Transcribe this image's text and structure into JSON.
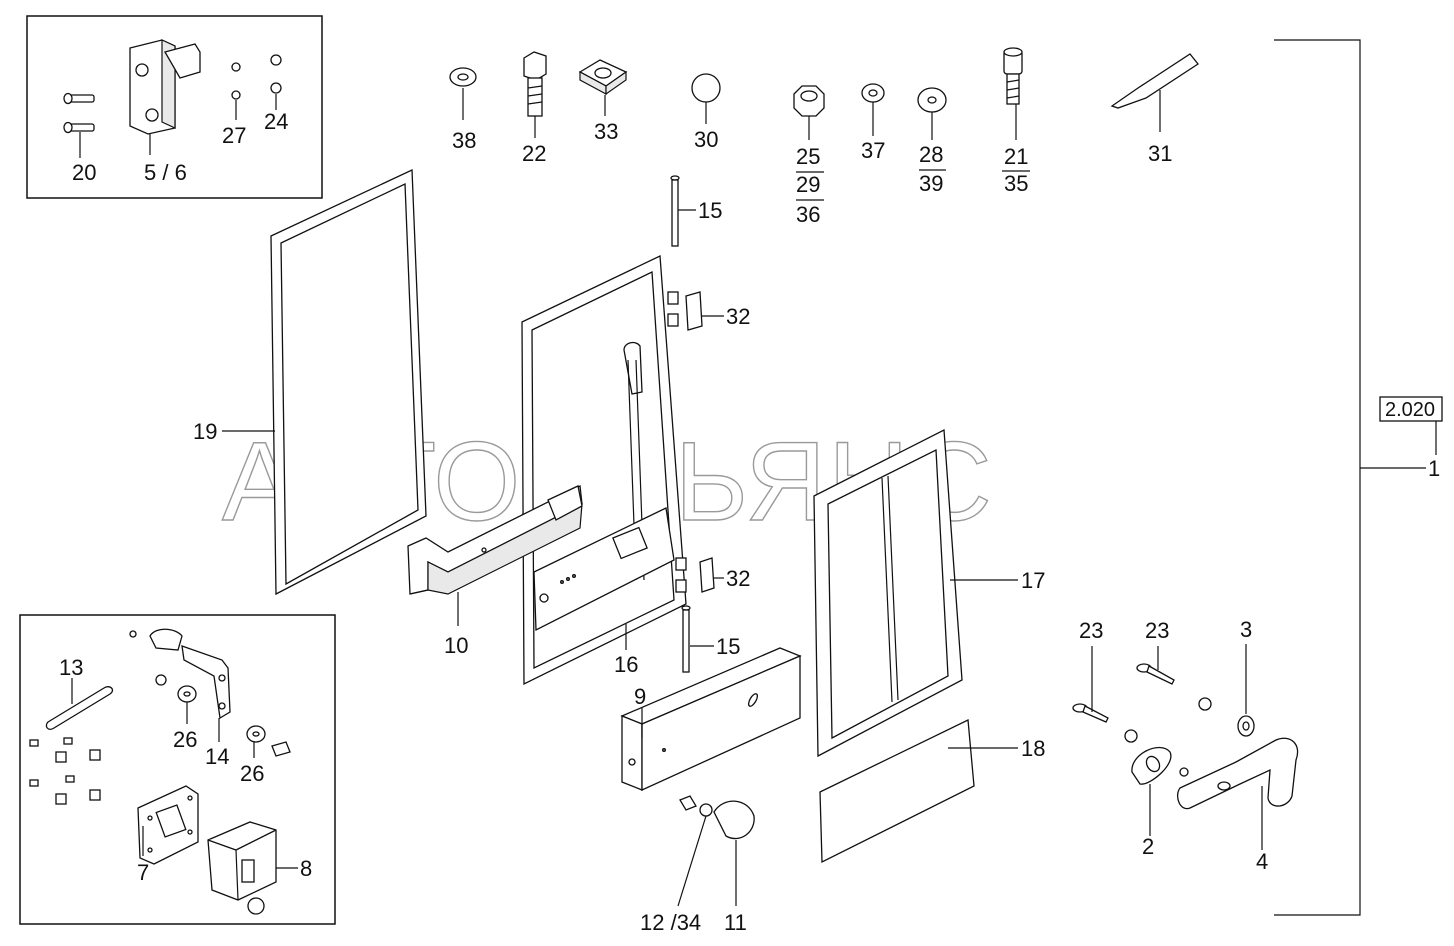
{
  "watermark": "АВТОАЛЬЯНС",
  "assembly_ref": "2.020",
  "labels": {
    "p1": "1",
    "p2": "2",
    "p3": "3",
    "p4": "4",
    "p5_6": "5 / 6",
    "p7": "7",
    "p8": "8",
    "p9": "9",
    "p10": "10",
    "p11": "11",
    "p12_34": "12 /34",
    "p13": "13",
    "p14": "14",
    "p15a": "15",
    "p15b": "15",
    "p16": "16",
    "p17": "17",
    "p18": "18",
    "p19": "19",
    "p20": "20",
    "p21": "21",
    "p22": "22",
    "p23a": "23",
    "p23b": "23",
    "p24": "24",
    "p25": "25",
    "p26a": "26",
    "p26b": "26",
    "p27": "27",
    "p28": "28",
    "p29": "29",
    "p30": "30",
    "p31": "31",
    "p32a": "32",
    "p32b": "32",
    "p33": "33",
    "p35": "35",
    "p36": "36",
    "p37": "37",
    "p38": "38",
    "p39": "39"
  }
}
